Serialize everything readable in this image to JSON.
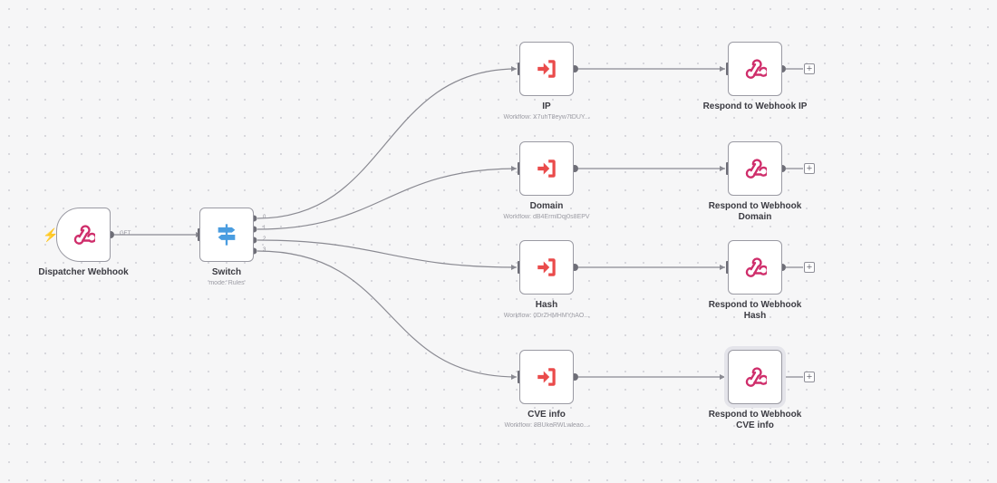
{
  "colors": {
    "edge": "#8a8a92",
    "execute_workflow_icon": "#ea4b4b",
    "webhook_icon": "#cf2e6b",
    "switch_icon": "#4a9de0",
    "trigger_bolt": "#ea4b4b"
  },
  "nodes": {
    "dispatcher": {
      "label": "Dispatcher Webhook",
      "icon": "webhook-icon",
      "output_label": "GET"
    },
    "switch": {
      "label": "Switch",
      "subtitle": "mode: Rules",
      "icon": "switch-signpost-icon",
      "outputs": [
        "0",
        "1",
        "2",
        "3"
      ]
    },
    "ip": {
      "label": "IP",
      "subtitle": "Workflow: X7uhT8eyw7fDUY...",
      "icon": "execute-workflow-icon"
    },
    "domain": {
      "label": "Domain",
      "subtitle": "Workflow: dB4ErmlDqj0s8EPV",
      "icon": "execute-workflow-icon"
    },
    "hash": {
      "label": "Hash",
      "subtitle": "Workflow: 0DrZHMHMYhAO...",
      "icon": "execute-workflow-icon"
    },
    "cve": {
      "label": "CVE info",
      "subtitle": "Workflow: 8BUkeRWLwleao...",
      "icon": "execute-workflow-icon"
    },
    "respond_ip": {
      "label": "Respond to Webhook IP",
      "icon": "webhook-icon"
    },
    "respond_domain": {
      "label": "Respond to Webhook Domain",
      "icon": "webhook-icon"
    },
    "respond_hash": {
      "label": "Respond to Webhook Hash",
      "icon": "webhook-icon"
    },
    "respond_cve": {
      "label": "Respond to Webhook CVE info",
      "icon": "webhook-icon"
    }
  },
  "add_button_glyph": "+"
}
